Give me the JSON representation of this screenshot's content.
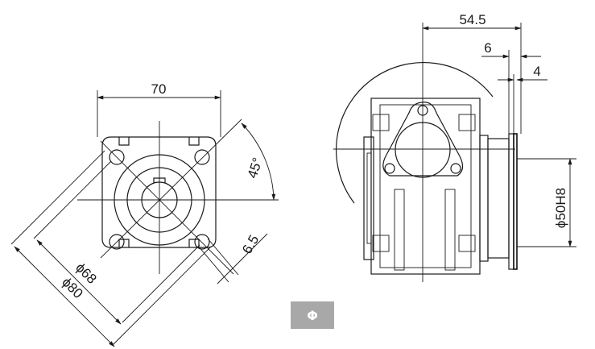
{
  "dimensions": {
    "left_width": "70",
    "angle": "45°",
    "flange_thickness": "6.5",
    "bolt_circle": "ϕ68",
    "outer_diameter": "ϕ80",
    "right_length": "54.5",
    "offset_a": "6",
    "offset_b": "4",
    "pilot": "ϕ50H8"
  },
  "badge": {
    "symbol": "Φ",
    "color": "#a8a8a8"
  },
  "colors": {
    "line": "#1a1a1a",
    "background": "#ffffff"
  }
}
